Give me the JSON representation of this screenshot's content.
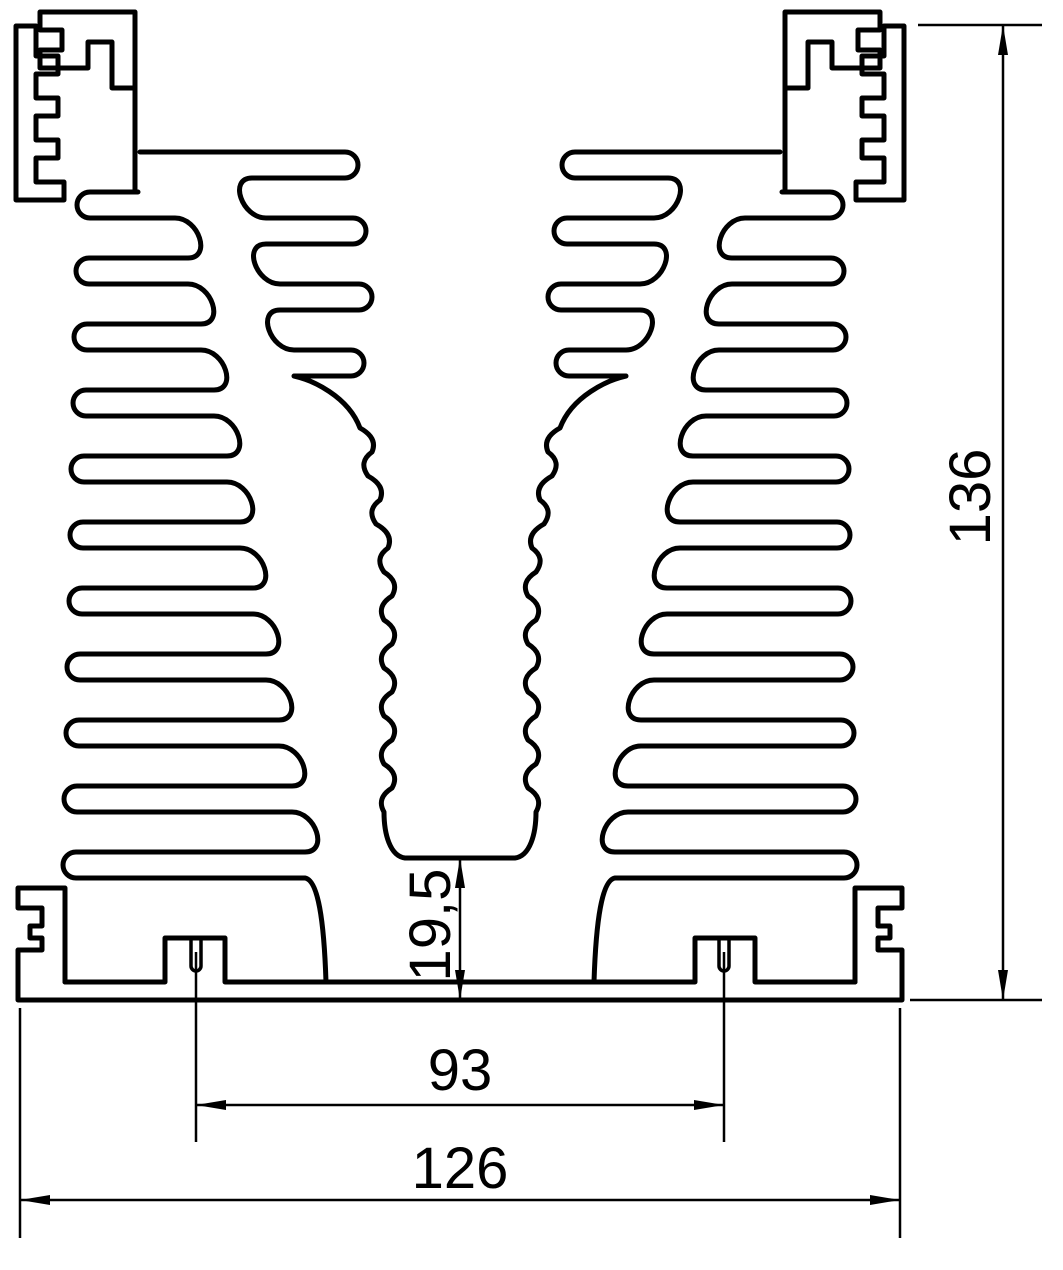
{
  "dims": {
    "height": "136",
    "base_thickness": "19,5",
    "slot_span": "93",
    "width": "126"
  },
  "colors": {
    "line": "#000000",
    "background": "#ffffff"
  }
}
